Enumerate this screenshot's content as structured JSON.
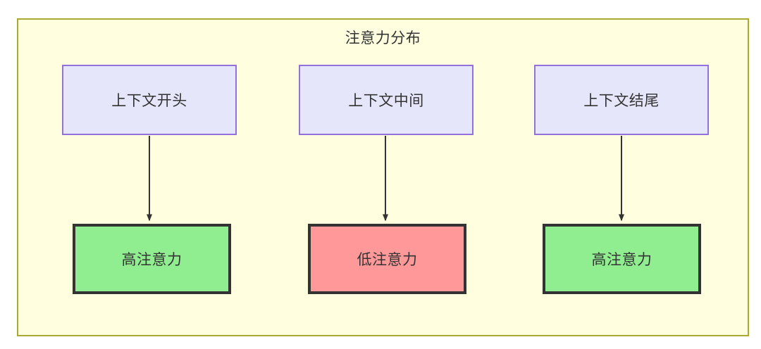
{
  "diagram": {
    "type": "flowchart",
    "direction": "top-down",
    "title": "注意力分布",
    "container": {
      "label": "注意力分布",
      "fill_color": "#FFFFE0",
      "border_color": "#AAAA33"
    },
    "palette": {
      "context_fill": "#E6E6FA",
      "context_border": "#9370DB",
      "high_attention_fill": "#90EE90",
      "low_attention_fill": "#FF9999",
      "attention_border": "#333333",
      "text_color": "#333333",
      "edge_color": "#333333",
      "page_background": "#FFFFFF"
    },
    "context_nodes": [
      {
        "id": "context-start",
        "label": "上下文开头"
      },
      {
        "id": "context-middle",
        "label": "上下文中间"
      },
      {
        "id": "context-end",
        "label": "上下文结尾"
      }
    ],
    "attention_nodes": [
      {
        "id": "attention-high-start",
        "label": "高注意力",
        "level": "high"
      },
      {
        "id": "attention-low-middle",
        "label": "低注意力",
        "level": "low"
      },
      {
        "id": "attention-high-end",
        "label": "高注意力",
        "level": "high"
      }
    ],
    "edges": [
      {
        "from": "context-start",
        "to": "attention-high-start",
        "style": "solid-arrow"
      },
      {
        "from": "context-middle",
        "to": "attention-low-middle",
        "style": "solid-arrow"
      },
      {
        "from": "context-end",
        "to": "attention-high-end",
        "style": "solid-arrow"
      }
    ]
  }
}
